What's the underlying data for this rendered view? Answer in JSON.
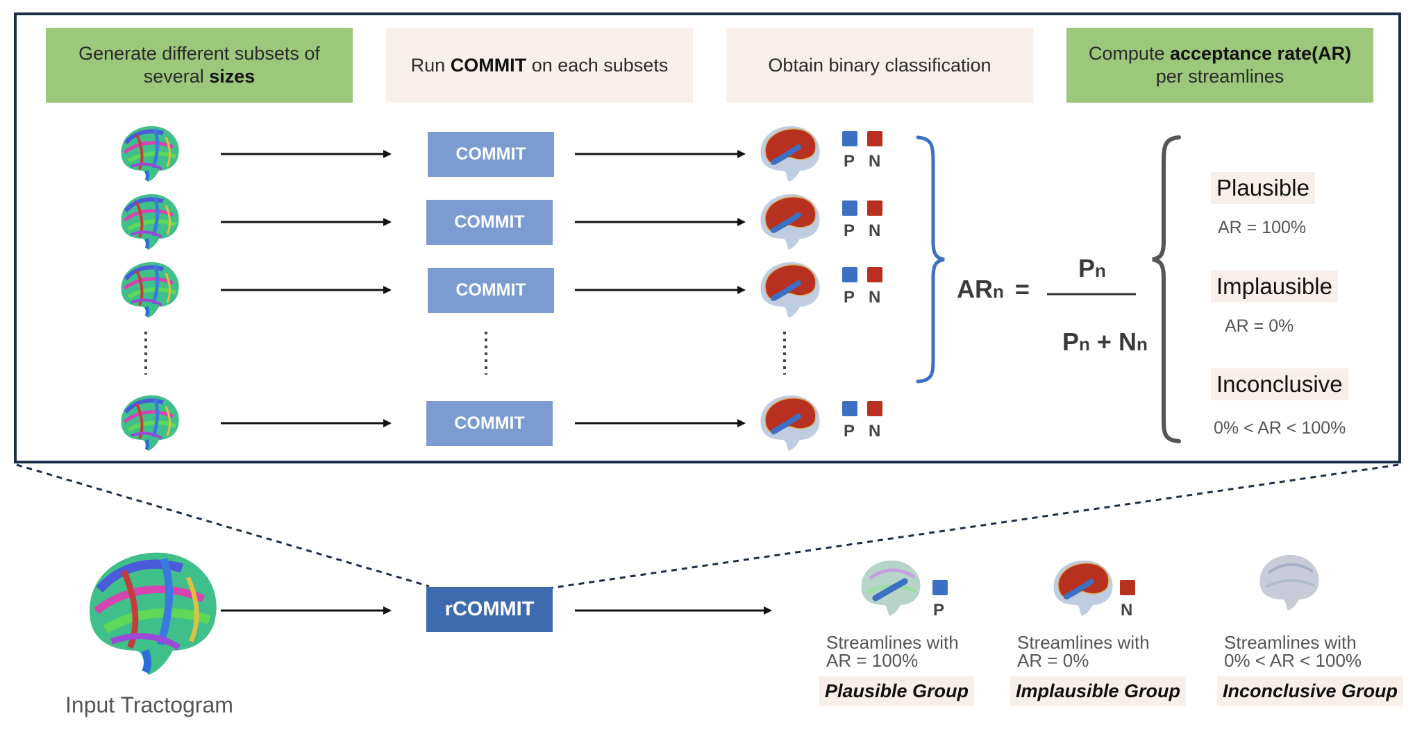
{
  "headers": {
    "generate": {
      "text": "Generate different subsets of",
      "line2": "several ",
      "bold": "sizes"
    },
    "run": {
      "pre": "Run ",
      "bold": "COMMIT",
      "post": " on each subsets"
    },
    "obtain": {
      "text": "Obtain binary classification"
    },
    "compute": {
      "pre": "Compute ",
      "bold": "acceptance rate(AR)",
      "line2": "per streamlines"
    }
  },
  "commit_box_label": "COMMIT",
  "rcommit_label": "rCOMMIT",
  "p_label": "P",
  "n_label": "N",
  "formula": {
    "lhs": "AR",
    "lhs_sub": "n",
    "equals": "=",
    "num": "P",
    "num_sub": "n",
    "den_p": "P",
    "den_plus": " + ",
    "den_n": "N",
    "den_sub": "n"
  },
  "categories": {
    "plausible": {
      "label": "Plausible",
      "ar": "AR = 100%"
    },
    "implausible": {
      "label": "Implausible",
      "ar": "AR = 0%"
    },
    "inconclusive": {
      "label": "Inconclusive",
      "ar": "0% < AR < 100%"
    }
  },
  "input_label": "Input Tractogram",
  "groups": {
    "plausible": {
      "line1": "Streamlines with",
      "line2": "AR = 100%",
      "name": "Plausible Group"
    },
    "implausible": {
      "line1": "Streamlines with",
      "line2": "AR = 0%",
      "name": "Implausible Group"
    },
    "inconclusive": {
      "line1": "Streamlines with",
      "line2": "0% < AR < 100%",
      "name": "Inconclusive Group"
    }
  },
  "colors": {
    "green_header": "#9bc87a",
    "pink_header": "#f8eeea",
    "commit_box": "#7b9bd1",
    "rcommit_box": "#3e6bb0",
    "positive": "#3d6fc2",
    "negative": "#b8301f",
    "frame": "#1c2e48"
  },
  "icons": [
    "brain-tractogram-icon",
    "brain-classified-icon",
    "arrow-right-icon",
    "vertical-ellipsis-icon",
    "curly-brace-icon"
  ]
}
